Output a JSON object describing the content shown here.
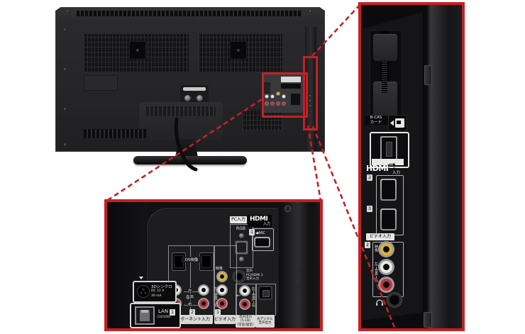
{
  "annotation": {
    "color": "#c32127"
  },
  "palette": {
    "background": "#ffffff",
    "tv_body": "#27272a",
    "panel_bg": "#121214",
    "label_strip_bg": "#d9d9d7",
    "rca_yellow": "#d9b52e",
    "rca_white": "#e9e9e7",
    "rca_red": "#c2333e"
  },
  "rear_panel": {
    "pc": {
      "label": "PC入力",
      "rgb": "RGB",
      "jack_line1": "音声",
      "jack_line2": "PC/HDMI 1",
      "jack_line3": "音声入力"
    },
    "hdmi": {
      "logo": "HDMI",
      "input": "入力",
      "number": "1",
      "arc": "◀ARC"
    },
    "component": {
      "d5": "D5映像",
      "num1": "1",
      "num2": "2",
      "left": "左",
      "audio": "音声",
      "right": "右",
      "label": "コンポーネント入力"
    },
    "video": {
      "num": "1",
      "video": "映像",
      "left": "左",
      "audio": "音声",
      "right": "右",
      "label": "ビデオ入力"
    },
    "audio_out": {
      "arrow": "←",
      "left": "左",
      "audio": "音声",
      "right": "右",
      "label1": "音声出力",
      "label2": "(5 kΩ)",
      "label3": "(可変/固定)"
    },
    "optical": {
      "label1": "光デジタル",
      "label2": "音声出力"
    },
    "sync3d": {
      "title": "3Dシンクロ",
      "spec1": "DC 12 V",
      "spec2": "30 mA"
    },
    "lan": {
      "title": "LAN",
      "speed": "(10/100)"
    }
  },
  "side_panel": {
    "bcas": {
      "line1": "B-CAS",
      "line2": "カード"
    },
    "hdmi": {
      "logo": "HDMI",
      "input": "入力",
      "num2": "2",
      "num3": "3"
    },
    "video": {
      "label": "ビデオ入力",
      "num": "2",
      "video": "映像",
      "left": "左",
      "audio": "音声",
      "right": "右"
    },
    "icons": {
      "bcas_card": "card-insert-icon",
      "usb": "usb-icon",
      "headphone": "headphone-icon"
    }
  }
}
